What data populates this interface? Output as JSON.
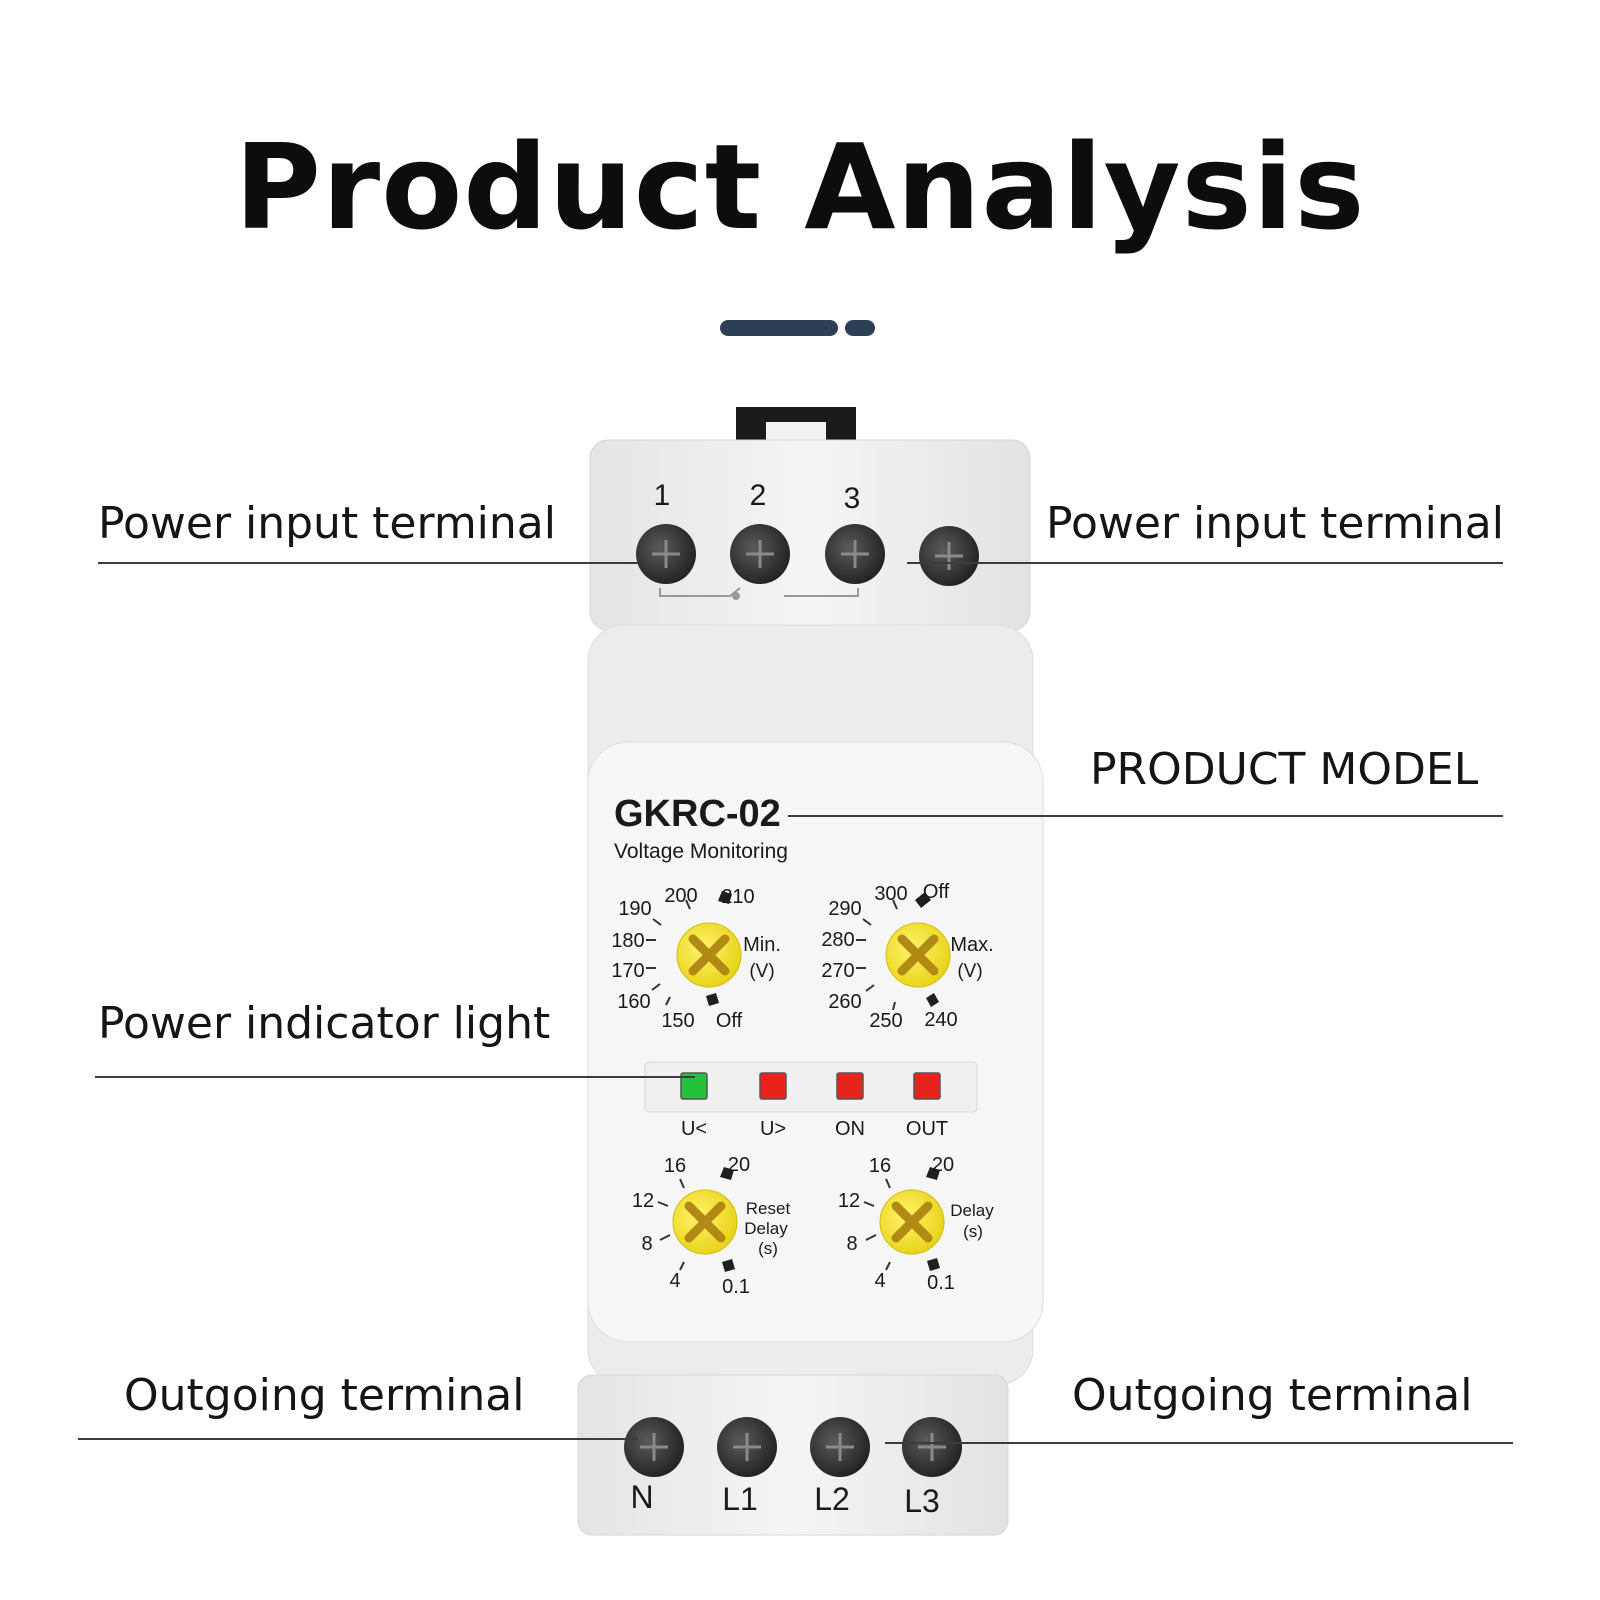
{
  "title": "Product Analysis",
  "callouts": {
    "power_input_left": "Power input terminal",
    "power_input_right": "Power input terminal",
    "product_model": "PRODUCT MODEL",
    "power_indicator": "Power indicator light",
    "outgoing_left": "Outgoing terminal",
    "outgoing_right": "Outgoing terminal"
  },
  "device": {
    "model": "GKRC-02",
    "subtitle": "Voltage Monitoring",
    "top_terminal_numbers": [
      "1",
      "2",
      "3"
    ],
    "bottom_terminal_labels": [
      "N",
      "L1",
      "L2",
      "L3"
    ],
    "min_dial": {
      "label": "Min.",
      "unit": "(V)",
      "ticks": [
        "150",
        "160",
        "170",
        "180",
        "190",
        "200",
        "210",
        "Off"
      ]
    },
    "max_dial": {
      "label": "Max.",
      "unit": "(V)",
      "ticks": [
        "240",
        "250",
        "260",
        "270",
        "280",
        "290",
        "300",
        "Off"
      ]
    },
    "reset_delay_dial": {
      "label_lines": [
        "Reset",
        "Delay",
        "(s)"
      ],
      "ticks": [
        "0.1",
        "4",
        "8",
        "12",
        "16",
        "20"
      ]
    },
    "delay_dial": {
      "label_lines": [
        "Delay",
        "(s)"
      ],
      "ticks": [
        "0.1",
        "4",
        "8",
        "12",
        "16",
        "20"
      ]
    },
    "indicators": [
      {
        "label": "U<",
        "color": "#22c33a"
      },
      {
        "label": "U>",
        "color": "#e8231b"
      },
      {
        "label": "ON",
        "color": "#e8231b"
      },
      {
        "label": "OUT",
        "color": "#e8231b"
      }
    ]
  },
  "colors": {
    "accent": "#2f3e57",
    "dial_yellow": "#f2dd1c",
    "housing": "#f1f1f1"
  }
}
